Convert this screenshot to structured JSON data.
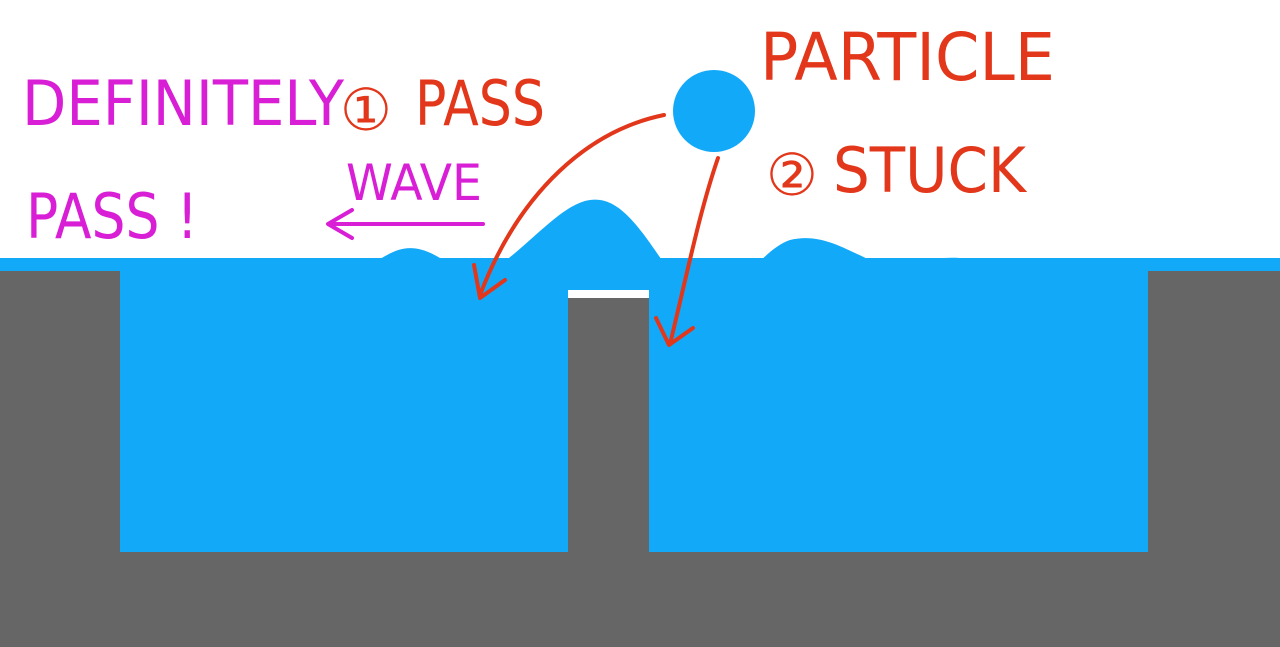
{
  "labels": {
    "definitely": "DEFINITELY",
    "pass_excl": "PASS !",
    "wave": "WAVE",
    "pass_num": "①",
    "pass": "PASS",
    "particle": "PARTICLE",
    "stuck_num": "②",
    "stuck": "STUCK"
  },
  "colors": {
    "water": "#12a9f9",
    "wall": "#666666",
    "annotation_magenta": "#d81fd6",
    "annotation_red": "#e2371a",
    "background": "#ffffff"
  }
}
